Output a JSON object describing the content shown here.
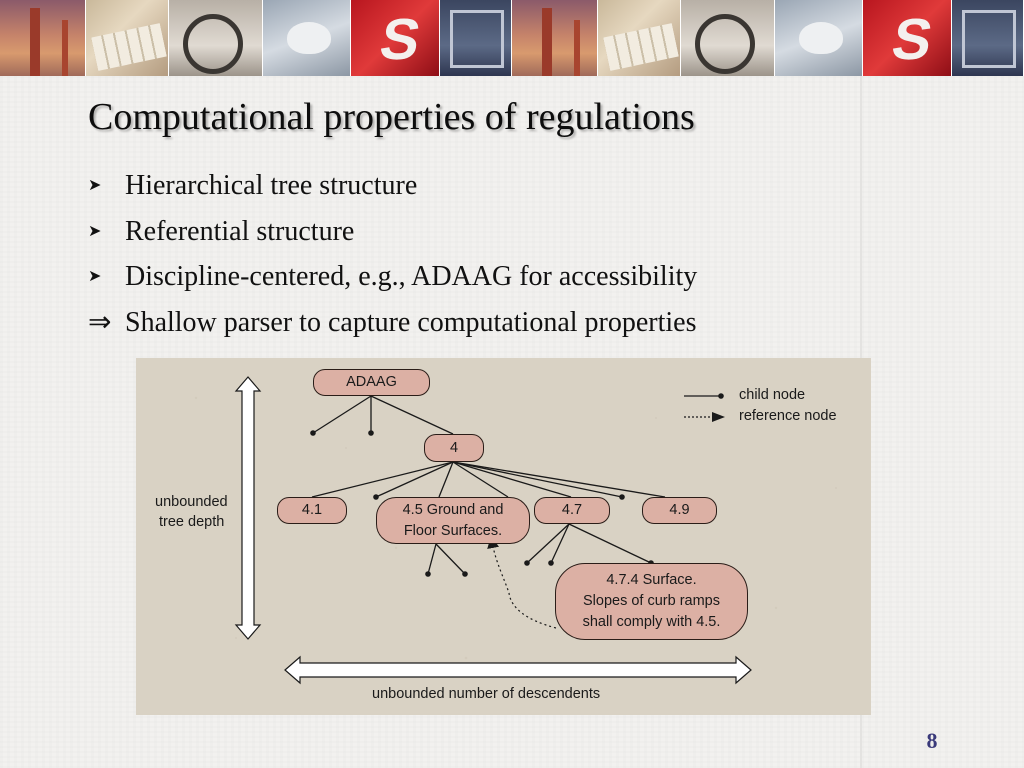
{
  "slide": {
    "title": "Computational properties of regulations",
    "page_number": "8"
  },
  "bullets": [
    {
      "icon": "arrowhead-bullet-icon",
      "text": "Hierarchical tree structure"
    },
    {
      "icon": "arrowhead-bullet-icon",
      "text": "Referential structure"
    },
    {
      "icon": "arrowhead-bullet-icon",
      "text": "Discipline-centered, e.g., ADAAG for accessibility"
    },
    {
      "icon": "implies-arrow-icon",
      "text": "Shallow parser to capture computational properties"
    }
  ],
  "diagram": {
    "nodes": {
      "root": "ADAAG",
      "n4": "4",
      "n41": "4.1",
      "n45_line1": "4.5 Ground and",
      "n45_line2": "Floor Surfaces.",
      "n47": "4.7",
      "n49": "4.9",
      "n474_line1": "4.7.4 Surface.",
      "n474_line2": "Slopes of curb ramps",
      "n474_line3": "shall comply with 4.5."
    },
    "legend": {
      "child": "child node",
      "reference": "reference node"
    },
    "labels": {
      "depth_line1": "unbounded",
      "depth_line2": "tree depth",
      "breadth": "unbounded number of descendents"
    },
    "colors": {
      "panel": "#d9d2c4",
      "node_fill": "#dcb0a4",
      "stroke": "#1a1a1a"
    }
  }
}
